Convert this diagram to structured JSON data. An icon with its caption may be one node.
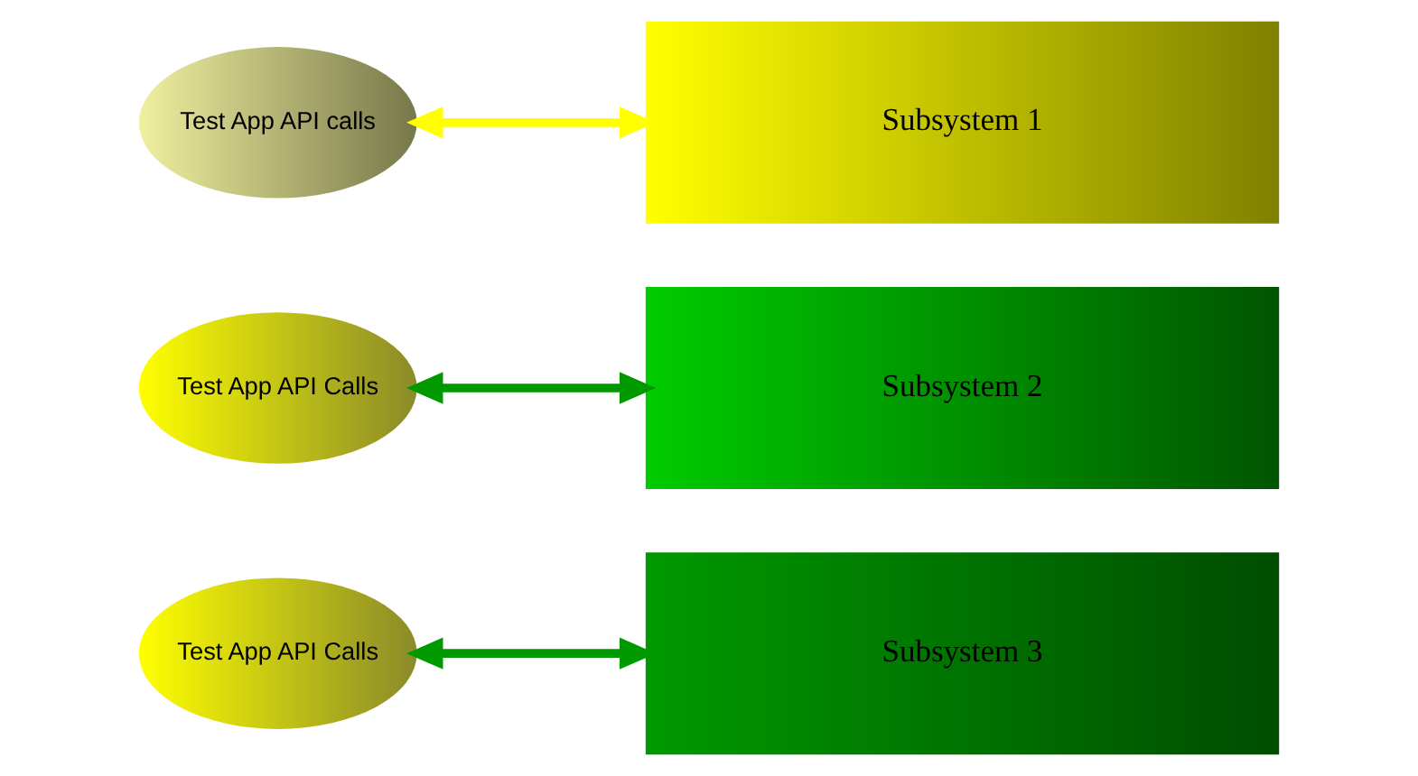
{
  "diagram": {
    "nodes": [
      {
        "text": [
          "Test App API Calls"
        ]
      },
      {
        "text": [
          "Subsystem 3"
        ]
      },
      {
        "text": [
          "Test App API Calls"
        ]
      },
      {
        "text": [
          "Subsystem 2"
        ]
      },
      {
        "text": [
          "Test App API calls"
        ]
      },
      {
        "text": [
          "Subsystem 1"
        ]
      }
    ],
    "edges": [
      {
        "from": 0,
        "to": 1,
        "arrow": "both"
      },
      {
        "from": 2,
        "to": 3,
        "arrow": "both"
      },
      {
        "from": 4,
        "to": 5,
        "arrow": "both",
        "color": "#ffff00"
      }
    ]
  }
}
